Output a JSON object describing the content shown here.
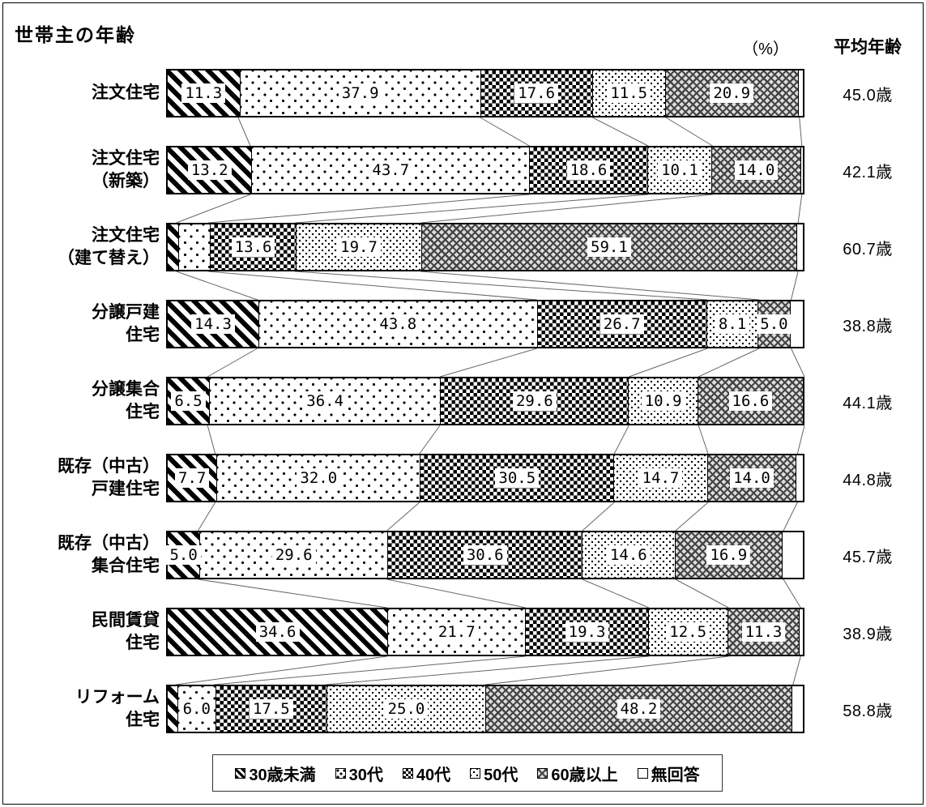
{
  "title": "世帯主の年齢",
  "percent_label": "（%）",
  "avg_header": "平均年齢",
  "legend": [
    {
      "key": "u30",
      "label": "30歳未満"
    },
    {
      "key": "s30",
      "label": "30代"
    },
    {
      "key": "s40",
      "label": "40代"
    },
    {
      "key": "s50",
      "label": "50代"
    },
    {
      "key": "s60",
      "label": "60歳以上"
    },
    {
      "key": "na",
      "label": "無回答"
    }
  ],
  "rows": [
    {
      "label_line1": "注文住宅",
      "label_line2": "",
      "avg": "45.0歳",
      "segments": [
        {
          "value": 11.3,
          "label": "11.3"
        },
        {
          "value": 37.9,
          "label": "37.9"
        },
        {
          "value": 17.6,
          "label": "17.6"
        },
        {
          "value": 11.5,
          "label": "11.5"
        },
        {
          "value": 20.9,
          "label": "20.9"
        },
        {
          "value": 0.8,
          "label": null
        }
      ]
    },
    {
      "label_line1": "注文住宅",
      "label_line2": "（新築）",
      "avg": "42.1歳",
      "segments": [
        {
          "value": 13.2,
          "label": "13.2"
        },
        {
          "value": 43.7,
          "label": "43.7"
        },
        {
          "value": 18.6,
          "label": "18.6"
        },
        {
          "value": 10.1,
          "label": "10.1"
        },
        {
          "value": 14.0,
          "label": "14.0"
        },
        {
          "value": 0.4,
          "label": null
        }
      ]
    },
    {
      "label_line1": "注文住宅",
      "label_line2": "（建て替え）",
      "avg": "60.7歳",
      "segments": [
        {
          "value": 1.6,
          "label": null
        },
        {
          "value": 5.0,
          "label": null
        },
        {
          "value": 13.6,
          "label": "13.6"
        },
        {
          "value": 19.7,
          "label": "19.7"
        },
        {
          "value": 59.1,
          "label": "59.1"
        },
        {
          "value": 1.0,
          "label": null
        }
      ]
    },
    {
      "label_line1": "分譲戸建",
      "label_line2": "住宅",
      "avg": "38.8歳",
      "segments": [
        {
          "value": 14.3,
          "label": "14.3"
        },
        {
          "value": 43.8,
          "label": "43.8"
        },
        {
          "value": 26.7,
          "label": "26.7"
        },
        {
          "value": 8.1,
          "label": "8.1"
        },
        {
          "value": 5.0,
          "label": "5.0"
        },
        {
          "value": 2.1,
          "label": null
        }
      ]
    },
    {
      "label_line1": "分譲集合",
      "label_line2": "住宅",
      "avg": "44.1歳",
      "segments": [
        {
          "value": 6.5,
          "label": "6.5"
        },
        {
          "value": 36.4,
          "label": "36.4"
        },
        {
          "value": 29.6,
          "label": "29.6"
        },
        {
          "value": 10.9,
          "label": "10.9"
        },
        {
          "value": 16.6,
          "label": "16.6"
        },
        {
          "value": 0.0,
          "label": null
        }
      ]
    },
    {
      "label_line1": "既存（中古）",
      "label_line2": "戸建住宅",
      "avg": "44.8歳",
      "segments": [
        {
          "value": 7.7,
          "label": "7.7"
        },
        {
          "value": 32.0,
          "label": "32.0"
        },
        {
          "value": 30.5,
          "label": "30.5"
        },
        {
          "value": 14.7,
          "label": "14.7"
        },
        {
          "value": 14.0,
          "label": "14.0"
        },
        {
          "value": 1.1,
          "label": null
        }
      ]
    },
    {
      "label_line1": "既存（中古）",
      "label_line2": "集合住宅",
      "avg": "45.7歳",
      "segments": [
        {
          "value": 5.0,
          "label": "5.0"
        },
        {
          "value": 29.6,
          "label": "29.6"
        },
        {
          "value": 30.6,
          "label": "30.6"
        },
        {
          "value": 14.6,
          "label": "14.6"
        },
        {
          "value": 16.9,
          "label": "16.9"
        },
        {
          "value": 3.3,
          "label": null
        }
      ]
    },
    {
      "label_line1": "民間賃貸",
      "label_line2": "住宅",
      "avg": "38.9歳",
      "segments": [
        {
          "value": 34.6,
          "label": "34.6"
        },
        {
          "value": 21.7,
          "label": "21.7"
        },
        {
          "value": 19.3,
          "label": "19.3"
        },
        {
          "value": 12.5,
          "label": "12.5"
        },
        {
          "value": 11.3,
          "label": "11.3"
        },
        {
          "value": 0.6,
          "label": null
        }
      ]
    },
    {
      "label_line1": "リフォーム",
      "label_line2": "住宅",
      "avg": "58.8歳",
      "segments": [
        {
          "value": 1.5,
          "label": null
        },
        {
          "value": 6.0,
          "label": "6.0"
        },
        {
          "value": 17.5,
          "label": "17.5"
        },
        {
          "value": 25.0,
          "label": "25.0"
        },
        {
          "value": 48.2,
          "label": "48.2"
        },
        {
          "value": 1.8,
          "label": null
        }
      ]
    }
  ],
  "chart_data": {
    "type": "bar",
    "orientation": "horizontal-stacked",
    "unit": "%",
    "title": "世帯主の年齢",
    "xlim": [
      0,
      100
    ],
    "legend_position": "bottom",
    "categories": [
      "注文住宅",
      "注文住宅（新築）",
      "注文住宅（建て替え）",
      "分譲戸建住宅",
      "分譲集合住宅",
      "既存（中古）戸建住宅",
      "既存（中古）集合住宅",
      "民間賃貸住宅",
      "リフォーム住宅"
    ],
    "series": [
      {
        "name": "30歳未満",
        "values": [
          11.3,
          13.2,
          1.6,
          14.3,
          6.5,
          7.7,
          5.0,
          34.6,
          1.5
        ]
      },
      {
        "name": "30代",
        "values": [
          37.9,
          43.7,
          5.0,
          43.8,
          36.4,
          32.0,
          29.6,
          21.7,
          6.0
        ]
      },
      {
        "name": "40代",
        "values": [
          17.6,
          18.6,
          13.6,
          26.7,
          29.6,
          30.5,
          30.6,
          19.3,
          17.5
        ]
      },
      {
        "name": "50代",
        "values": [
          11.5,
          10.1,
          19.7,
          8.1,
          10.9,
          14.7,
          14.6,
          12.5,
          25.0
        ]
      },
      {
        "name": "60歳以上",
        "values": [
          20.9,
          14.0,
          59.1,
          5.0,
          16.6,
          14.0,
          16.9,
          11.3,
          48.2
        ]
      },
      {
        "name": "無回答",
        "values": [
          0.8,
          0.4,
          1.0,
          2.1,
          0.0,
          1.1,
          3.3,
          0.6,
          1.8
        ]
      }
    ],
    "right_column": {
      "header": "平均年齢",
      "values": [
        "45.0歳",
        "42.1歳",
        "60.7歳",
        "38.8歳",
        "44.1歳",
        "44.8歳",
        "45.7歳",
        "38.9歳",
        "58.8歳"
      ]
    }
  }
}
